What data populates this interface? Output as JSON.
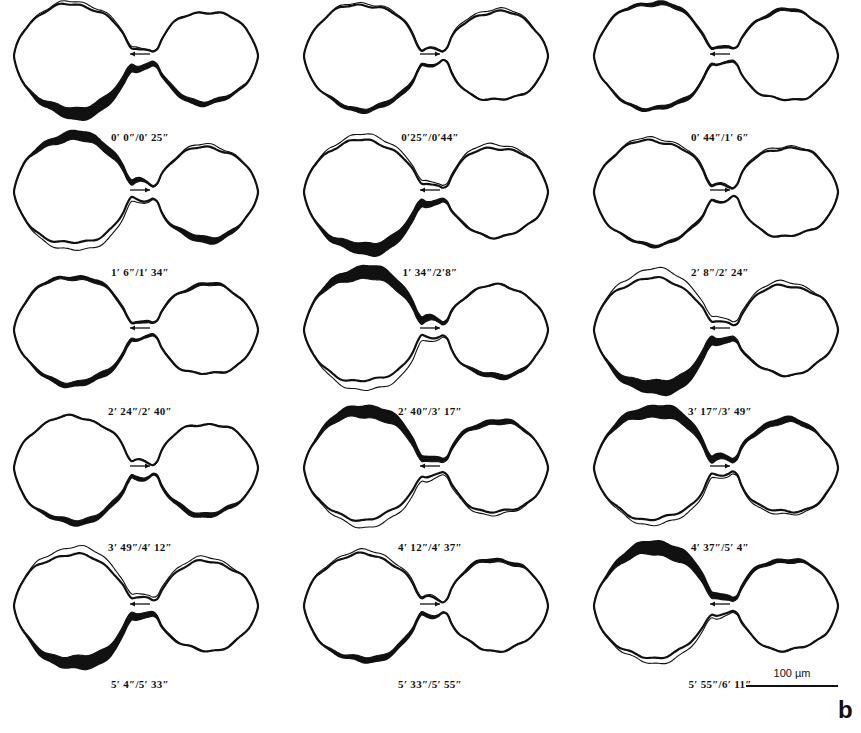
{
  "diagram": {
    "labels": [
      "0′ 0″/0′ 25″",
      "0′25″/0′44″",
      "0′ 44″/1′ 6″",
      "1′ 6″/1′ 34″",
      "1′ 34″/2′8″",
      "2′ 8″/2′ 24″",
      "2′ 24″/2′ 40″",
      "2′ 40″/3′ 17″",
      "3′ 17″/3′ 49″",
      "3′ 49″/4′ 12″",
      "4′ 12″/4′ 37″",
      "4′ 37″/5′ 4″",
      "5′ 4″/5′ 33″",
      "5′ 33″/5′ 55″",
      "5′ 55″/6′ 11″",
      "100 µm",
      "b"
    ]
  }
}
